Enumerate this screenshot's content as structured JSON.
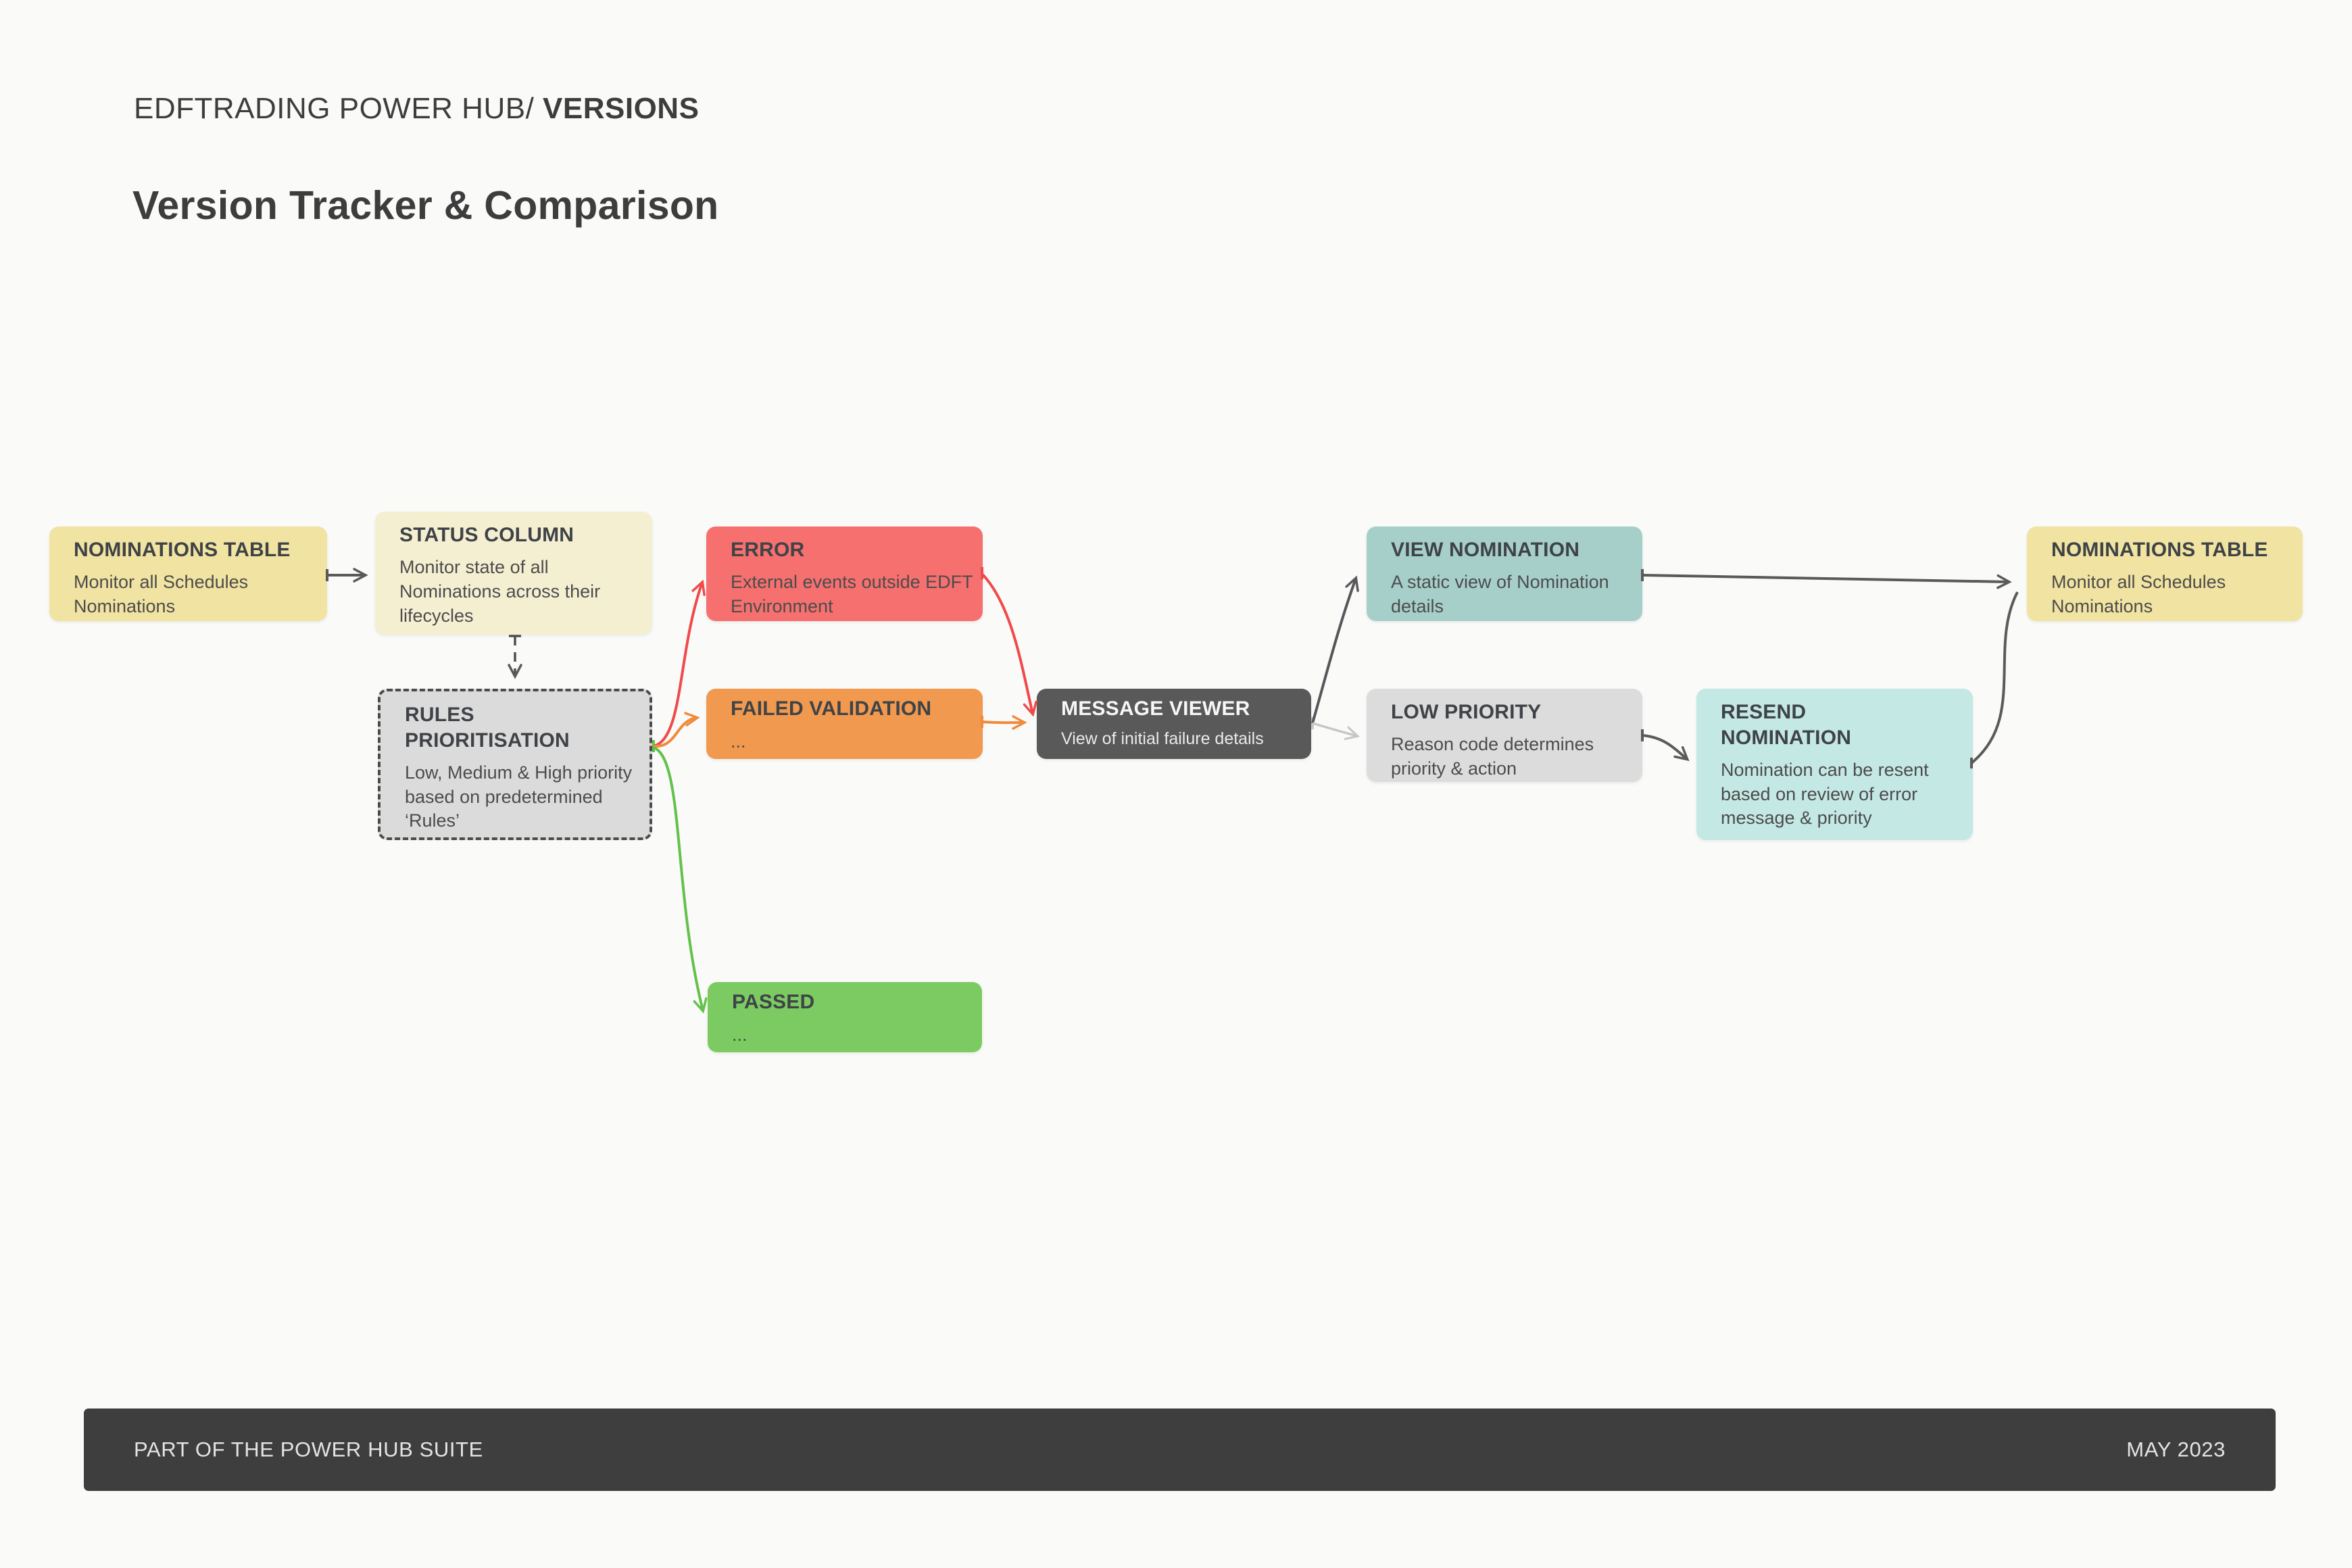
{
  "meta": {
    "background": "#fafaf9"
  },
  "header": {
    "breadcrumb": {
      "prefix": "EDFTRADING POWER HUB/ ",
      "current": "VERSIONS"
    },
    "title": "Version Tracker & Comparison"
  },
  "nodes": {
    "nominations_table_left": {
      "title": "NOMINATIONS TABLE",
      "body": "Monitor all Schedules Nominations",
      "bg": "#f1e3a1"
    },
    "status_column": {
      "title": "STATUS COLUMN",
      "body": "Monitor state of all Nominations across their lifecycles",
      "bg": "#f5efd2"
    },
    "rules_prioritisation": {
      "title": "RULES PRIORITISATION",
      "body": "Low, Medium & High priority based on predetermined ‘Rules’",
      "bg": "#dbdbdb"
    },
    "error": {
      "title": "ERROR",
      "body": "External events outside EDFT Environment",
      "bg": "#f5706e"
    },
    "failed_validation": {
      "title": "FAILED VALIDATION",
      "body": "...",
      "bg": "#f0994f"
    },
    "passed": {
      "title": "PASSED",
      "body": "...",
      "bg": "#7ccb62"
    },
    "message_viewer": {
      "title": "MESSAGE VIEWER",
      "body": "View of initial failure details",
      "bg": "#595959"
    },
    "view_nomination": {
      "title": "VIEW NOMINATION",
      "body": "A static view of Nomination details",
      "bg": "#a6cfc9"
    },
    "low_priority": {
      "title": "LOW PRIORITY",
      "body": "Reason code determines priority & action",
      "bg": "#dcdcdc"
    },
    "resend_nomination": {
      "title": "RESEND NOMINATION",
      "body": "Nomination can be resent based on review of error message & priority",
      "bg": "#c4e8e4"
    },
    "nominations_table_right": {
      "title": "NOMINATIONS TABLE",
      "body": "Monitor all Schedules Nominations",
      "bg": "#f1e3a1"
    }
  },
  "edges": [
    {
      "from": "nominations_table_left",
      "to": "status_column",
      "style": "solid",
      "color": "#5a5a5a"
    },
    {
      "from": "status_column",
      "to": "rules_prioritisation",
      "style": "dashed",
      "color": "#4f4f4f"
    },
    {
      "from": "rules_prioritisation",
      "to": "error",
      "style": "solid",
      "color": "#f04a4a"
    },
    {
      "from": "rules_prioritisation",
      "to": "failed_validation",
      "style": "solid",
      "color": "#ef8b3b"
    },
    {
      "from": "rules_prioritisation",
      "to": "passed",
      "style": "solid",
      "color": "#62c24a"
    },
    {
      "from": "error",
      "to": "message_viewer",
      "style": "solid",
      "color": "#f04a4a"
    },
    {
      "from": "failed_validation",
      "to": "message_viewer",
      "style": "solid",
      "color": "#ef8b3b"
    },
    {
      "from": "message_viewer",
      "to": "view_nomination",
      "style": "solid",
      "color": "#55585a"
    },
    {
      "from": "message_viewer",
      "to": "low_priority",
      "style": "solid",
      "color": "#c6c6c6"
    },
    {
      "from": "low_priority",
      "to": "resend_nomination",
      "style": "solid",
      "color": "#5a5a5a"
    },
    {
      "from": "view_nomination",
      "to": "nominations_table_right",
      "style": "solid",
      "color": "#5a5a5a"
    },
    {
      "from": "resend_nomination",
      "to": "nominations_table_right",
      "style": "solid",
      "color": "#5a5a5a"
    }
  ],
  "footer": {
    "left": "PART OF THE POWER HUB SUITE",
    "right": "MAY 2023",
    "bg": "#3e3e3e"
  }
}
